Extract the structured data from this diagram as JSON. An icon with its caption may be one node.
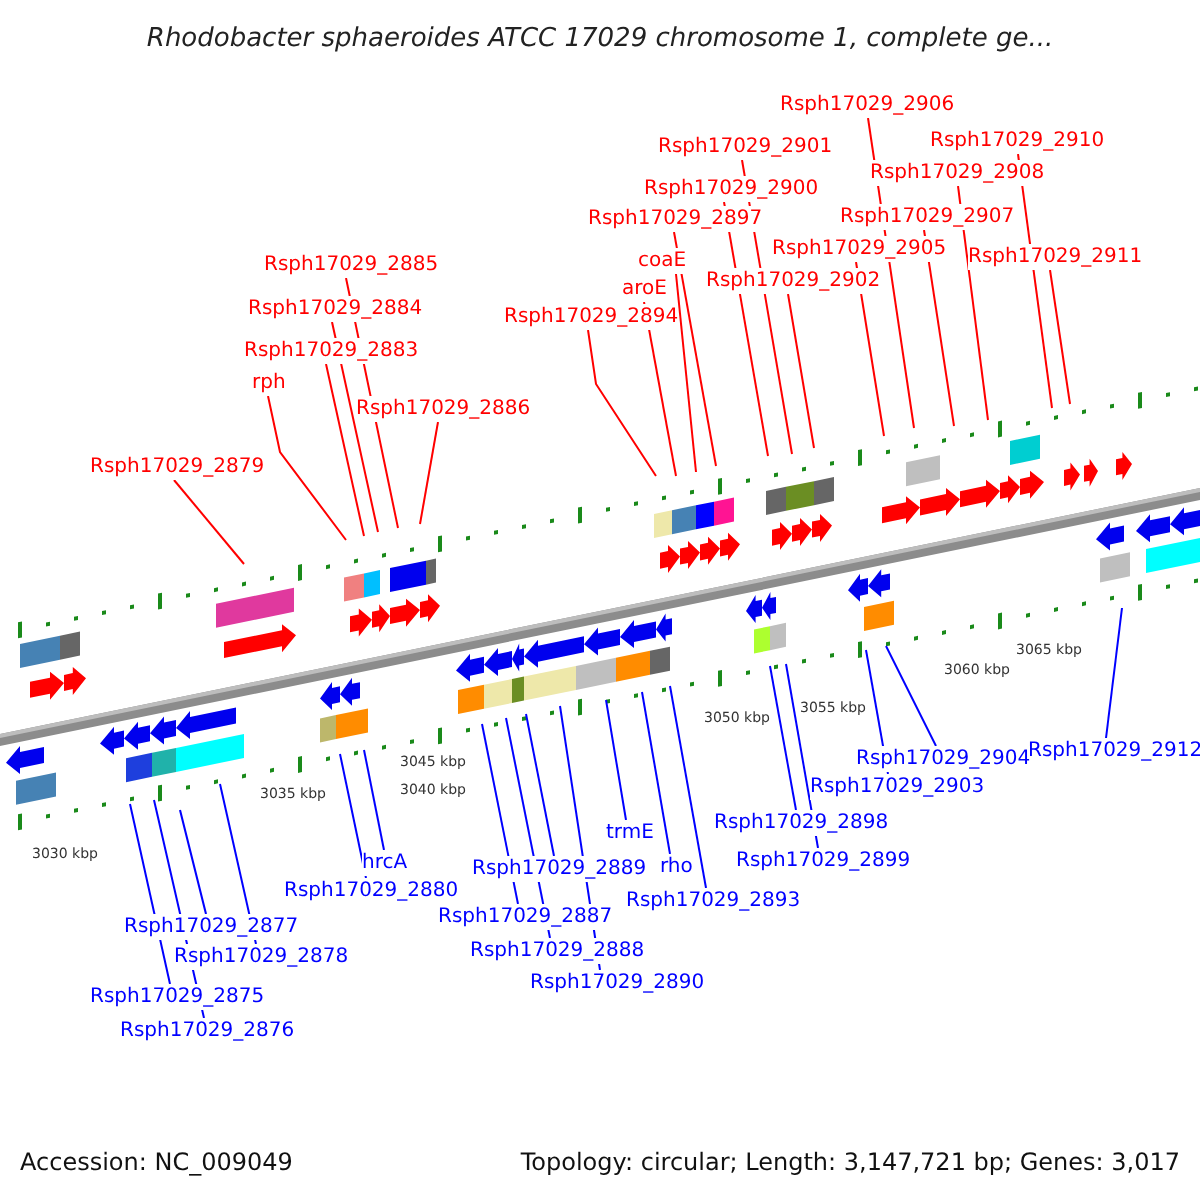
{
  "diagram": {
    "title": "Rhodobacter sphaeroides ATCC 17029 chromosome 1, complete ge...",
    "nodes": [
      {
        "text": [
          "Rsph17029_2906"
        ]
      },
      {
        "text": [
          "Rsph17029_2910"
        ]
      },
      {
        "text": [
          "Rsph17029_2901"
        ]
      },
      {
        "text": [
          "Rsph17029_2908"
        ]
      },
      {
        "text": [
          "Rsph17029_2900"
        ]
      },
      {
        "text": [
          "Rsph17029_2897"
        ]
      },
      {
        "text": [
          "Rsph17029_2907"
        ]
      },
      {
        "text": [
          "Rsph17029_2905"
        ]
      },
      {
        "text": [
          "Rsph17029_2911"
        ]
      },
      {
        "text": [
          "Rsph17029_2885"
        ]
      },
      {
        "text": [
          "coaE"
        ]
      },
      {
        "text": [
          "Rsph17029_2902"
        ]
      },
      {
        "text": [
          "aroE"
        ]
      },
      {
        "text": [
          "Rsph17029_2884"
        ]
      },
      {
        "text": [
          "Rsph17029_2894"
        ]
      },
      {
        "text": [
          "Rsph17029_2883"
        ]
      },
      {
        "text": [
          "rph"
        ]
      },
      {
        "text": [
          "Rsph17029_2886"
        ]
      },
      {
        "text": [
          "Rsph17029_2879"
        ]
      },
      {
        "text": [
          "Rsph17029_2912"
        ]
      },
      {
        "text": [
          "Rsph17029_2904"
        ]
      },
      {
        "text": [
          "Rsph17029_2903"
        ]
      },
      {
        "text": [
          "Rsph17029_2898"
        ]
      },
      {
        "text": [
          "trmE"
        ]
      },
      {
        "text": [
          "Rsph17029_2899"
        ]
      },
      {
        "text": [
          "hrcA"
        ]
      },
      {
        "text": [
          "rho"
        ]
      },
      {
        "text": [
          "Rsph17029_2889"
        ]
      },
      {
        "text": [
          "Rsph17029_2880"
        ]
      },
      {
        "text": [
          "Rsph17029_2893"
        ]
      },
      {
        "text": [
          "Rsph17029_2887"
        ]
      },
      {
        "text": [
          "Rsph17029_2877"
        ]
      },
      {
        "text": [
          "Rsph17029_2888"
        ]
      },
      {
        "text": [
          "Rsph17029_2878"
        ]
      },
      {
        "text": [
          "Rsph17029_2890"
        ]
      },
      {
        "text": [
          "Rsph17029_2875"
        ]
      },
      {
        "text": [
          "Rsph17029_2876"
        ]
      }
    ],
    "edges": [
      {
        "from": 0,
        "to": null,
        "arrow": "none",
        "color": "#ff0000"
      },
      {
        "from": 1,
        "to": null,
        "arrow": "none",
        "color": "#ff0000"
      },
      {
        "from": 2,
        "to": null,
        "arrow": "none",
        "color": "#ff0000"
      },
      {
        "from": 3,
        "to": null,
        "arrow": "none",
        "color": "#ff0000"
      },
      {
        "from": 4,
        "to": null,
        "arrow": "none",
        "color": "#ff0000"
      },
      {
        "from": 5,
        "to": null,
        "arrow": "none",
        "color": "#ff0000"
      },
      {
        "from": 6,
        "to": null,
        "arrow": "none",
        "color": "#ff0000"
      },
      {
        "from": 7,
        "to": null,
        "arrow": "none",
        "color": "#ff0000"
      },
      {
        "from": 8,
        "to": null,
        "arrow": "none",
        "color": "#ff0000"
      },
      {
        "from": 9,
        "to": null,
        "arrow": "none",
        "color": "#ff0000"
      },
      {
        "from": 10,
        "to": null,
        "arrow": "none",
        "color": "#ff0000"
      },
      {
        "from": 11,
        "to": null,
        "arrow": "none",
        "color": "#ff0000"
      },
      {
        "from": 12,
        "to": null,
        "arrow": "none",
        "color": "#ff0000"
      },
      {
        "from": 13,
        "to": null,
        "arrow": "none",
        "color": "#ff0000"
      },
      {
        "from": 14,
        "to": null,
        "arrow": "none",
        "color": "#ff0000"
      },
      {
        "from": 15,
        "to": null,
        "arrow": "none",
        "color": "#ff0000"
      },
      {
        "from": 16,
        "to": null,
        "arrow": "none",
        "color": "#ff0000"
      },
      {
        "from": 17,
        "to": null,
        "arrow": "none",
        "color": "#ff0000"
      },
      {
        "from": 18,
        "to": null,
        "arrow": "none",
        "color": "#ff0000"
      },
      {
        "from": 19,
        "to": null,
        "arrow": "none",
        "color": "#0000ff"
      },
      {
        "from": 20,
        "to": null,
        "arrow": "none",
        "color": "#0000ff"
      },
      {
        "from": 21,
        "to": null,
        "arrow": "none",
        "color": "#0000ff"
      },
      {
        "from": 22,
        "to": null,
        "arrow": "none",
        "color": "#0000ff"
      },
      {
        "from": 23,
        "to": null,
        "arrow": "none",
        "color": "#0000ff"
      },
      {
        "from": 24,
        "to": null,
        "arrow": "none",
        "color": "#0000ff"
      },
      {
        "from": 25,
        "to": null,
        "arrow": "none",
        "color": "#0000ff"
      },
      {
        "from": 26,
        "to": null,
        "arrow": "none",
        "color": "#0000ff"
      },
      {
        "from": 27,
        "to": null,
        "arrow": "none",
        "color": "#0000ff"
      },
      {
        "from": 28,
        "to": null,
        "arrow": "none",
        "color": "#0000ff"
      },
      {
        "from": 29,
        "to": null,
        "arrow": "none",
        "color": "#0000ff"
      },
      {
        "from": 30,
        "to": null,
        "arrow": "none",
        "color": "#0000ff"
      },
      {
        "from": 31,
        "to": null,
        "arrow": "none",
        "color": "#0000ff"
      },
      {
        "from": 32,
        "to": null,
        "arrow": "none",
        "color": "#0000ff"
      },
      {
        "from": 33,
        "to": null,
        "arrow": "none",
        "color": "#0000ff"
      },
      {
        "from": 34,
        "to": null,
        "arrow": "none",
        "color": "#0000ff"
      },
      {
        "from": 35,
        "to": null,
        "arrow": "none",
        "color": "#0000ff"
      },
      {
        "from": 36,
        "to": null,
        "arrow": "none",
        "color": "#0000ff"
      }
    ],
    "labels": [
      "3030 kbp",
      "3035 kbp",
      "3040 kbp",
      "3045 kbp",
      "3050 kbp",
      "3055 kbp",
      "3060 kbp",
      "3065 kbp",
      "Accession: NC_009049",
      "Topology: circular; Length: 3,147,721 bp; Genes: 3,017"
    ]
  }
}
